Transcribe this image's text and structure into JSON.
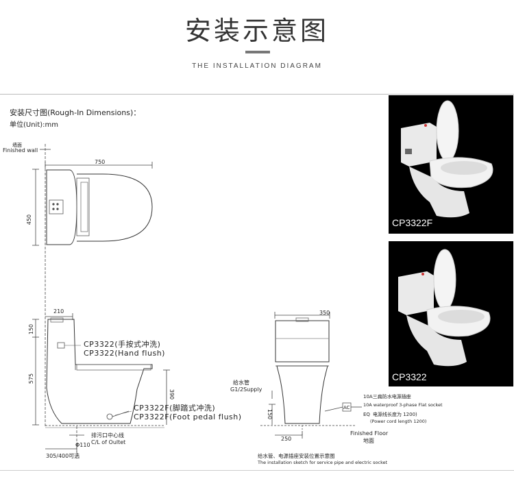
{
  "header": {
    "title": "安装示意图",
    "subtitle": "THE INSTALLATION DIAGRAM"
  },
  "drawing": {
    "heading_line1": "安装尺寸图(Rough-In Dimensions)：",
    "heading_line2": "单位(Unit):mm",
    "wall_label_cn": "墙面",
    "wall_label_en": "Finished wall",
    "dim_width": "750",
    "dim_depth": "450",
    "dim_tank": "210",
    "dim_150_left": "150",
    "dim_575": "575",
    "dim_390": "390",
    "dim_side_width": "350",
    "dim_150_right": "150",
    "dim_250": "250",
    "dim_phi110": "Φ110",
    "model_hand_cn": "CP3322(手按式冲洗)",
    "model_hand_en": "CP3322(Hand flush)",
    "model_foot_cn": "CP3322F(脚踏式冲洗)",
    "model_foot_en": "CP3322F(Foot pedal flush)",
    "outlet_cn": "排污口中心线",
    "outlet_en": "C/L of Oultet",
    "rough_in": "305/400可选",
    "water_supply_cn": "给水管",
    "water_supply_en": "G1/2Supply",
    "socket_cn": "10A三扁防水电源插座",
    "socket_en": "10A waterproof 3-phase Flat socket",
    "ac_label": "AC",
    "eq_label": "EQ",
    "cord_cn": "电源线长度为 1200)",
    "cord_en": "(Power cord length 1200)",
    "floor_en": "Finished Floor",
    "floor_cn": "地面",
    "sketch_cn": "给水管、电源插座安装位置示意图",
    "sketch_en": "The installation sketch for service pipe and electric socket"
  },
  "photos": [
    {
      "label": "CP3322F"
    },
    {
      "label": "CP3322"
    }
  ]
}
